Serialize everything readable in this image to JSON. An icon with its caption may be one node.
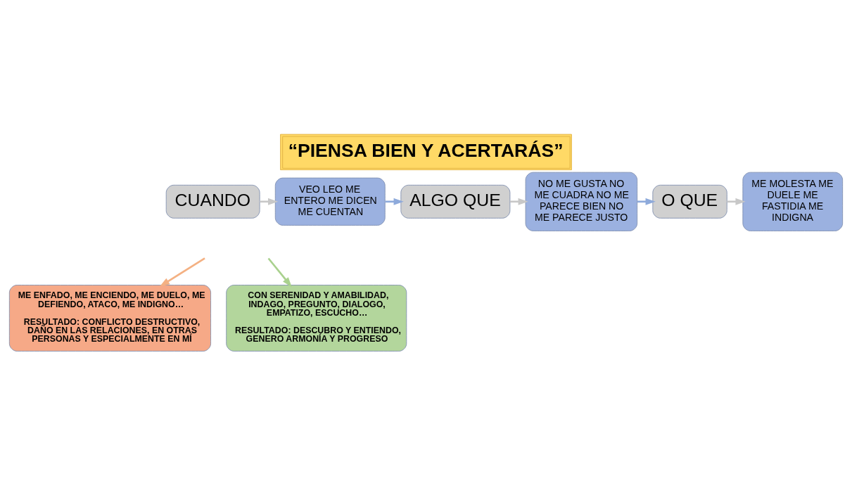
{
  "diagram": {
    "title": "“PIENSA BIEN Y ACERTARÁS”",
    "nodes": [
      {
        "text": [
          "CUANDO"
        ]
      },
      {
        "text": [
          "VEO LEO ME ENTERO ME DICEN ME CUENTAN"
        ]
      },
      {
        "text": [
          "ALGO QUE"
        ]
      },
      {
        "text": [
          "NO ME GUSTA NO ME CUADRA NO ME PARECE BIEN NO ME PARECE JUSTO"
        ]
      },
      {
        "text": [
          "O QUE"
        ]
      },
      {
        "text": [
          "ME MOLESTA ME DUELE ME FASTIDIA ME INDIGNA"
        ]
      },
      {
        "text": [
          "ME ENFADO, ME ENCIENDO, ME DUELO, ME DEFIENDO, ATACO, ME INDIGNO…",
          "RESULTADO: CONFLICTO DESTRUCTIVO, DAÑO EN LAS RELACIONES, EN OTRAS PERSONAS Y ESPECIALMENTE EN MÍ"
        ]
      },
      {
        "text": [
          "CON SERENIDAD Y AMABILIDAD, INDAGO, PREGUNTO, DIALOGO, EMPATIZO, ESCUCHO…",
          "RESULTADO: DESCUBRO Y ENTIENDO, GENERO ARMONÍA Y PROGRESO"
        ]
      }
    ],
    "edges": [
      {
        "from": 0,
        "to": 1,
        "arrow": "to"
      },
      {
        "from": 1,
        "to": 2,
        "arrow": "to",
        "color": "#8eaadb"
      },
      {
        "from": 2,
        "to": 3,
        "arrow": "to"
      },
      {
        "from": 3,
        "to": 4,
        "arrow": "to",
        "color": "#8eaadb"
      },
      {
        "from": 4,
        "to": 5,
        "arrow": "to"
      },
      {
        "from": null,
        "to": 6,
        "arrow": "to",
        "color": "#f4b183"
      },
      {
        "from": null,
        "to": 7,
        "arrow": "to",
        "color": "#a9d18e"
      }
    ]
  }
}
